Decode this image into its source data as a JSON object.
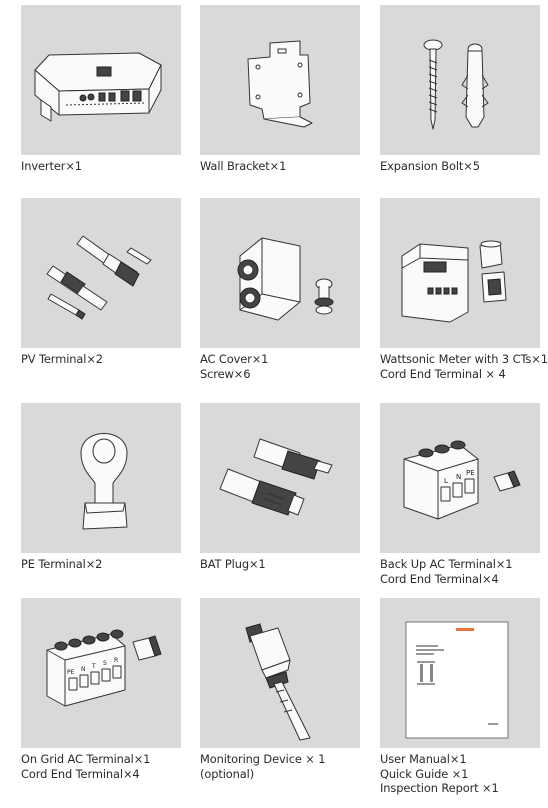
{
  "items": [
    {
      "icon": "inverter-icon",
      "lines": [
        "Inverter×1"
      ]
    },
    {
      "icon": "wall-bracket-icon",
      "lines": [
        "Wall Bracket×1"
      ]
    },
    {
      "icon": "expansion-bolt-icon",
      "lines": [
        "Expansion Bolt×5"
      ]
    },
    {
      "icon": "pv-terminal-icon",
      "lines": [
        "PV Terminal×2"
      ]
    },
    {
      "icon": "ac-cover-icon",
      "lines": [
        "AC Cover×1",
        "Screw×6"
      ]
    },
    {
      "icon": "wattsonic-meter-icon",
      "lines": [
        "Wattsonic Meter with 3 CTs×1",
        "Cord End Terminal × 4"
      ]
    },
    {
      "icon": "pe-terminal-icon",
      "lines": [
        "PE Terminal×2"
      ]
    },
    {
      "icon": "bat-plug-icon",
      "lines": [
        "BAT Plug×1"
      ]
    },
    {
      "icon": "back-up-ac-terminal-icon",
      "lines": [
        "Back Up AC Terminal×1",
        "Cord End Terminal×4"
      ]
    },
    {
      "icon": "on-grid-ac-terminal-icon",
      "lines": [
        "On Grid AC Terminal×1",
        "Cord End Terminal×4"
      ]
    },
    {
      "icon": "monitoring-device-icon",
      "lines": [
        "Monitoring Device × 1",
        "(optional)"
      ]
    },
    {
      "icon": "user-manual-icon",
      "lines": [
        "User Manual×1",
        "Quick Guide ×1",
        "Inspection Report ×1"
      ]
    }
  ],
  "terminal_labels": {
    "backup": [
      "L",
      "N",
      "PE"
    ],
    "ongrid": [
      "PE",
      "N",
      "T",
      "S",
      "R"
    ]
  },
  "colors": {
    "tile_bg": "#d9d9d9",
    "text": "#2b2b2b",
    "manual_accent": "#e8743b"
  }
}
